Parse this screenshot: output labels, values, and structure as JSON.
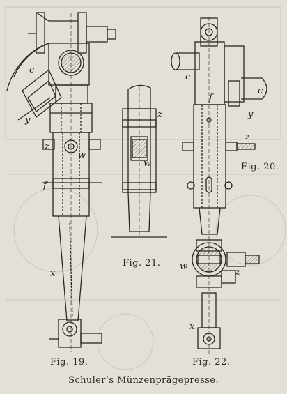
{
  "figures": {
    "fig19": {
      "caption": "Fig. 19.",
      "labels": [
        "c",
        "y",
        "z",
        "w",
        "f",
        "x"
      ]
    },
    "fig20": {
      "caption": "Fig. 20.",
      "labels": [
        "c",
        "f",
        "y",
        "z"
      ]
    },
    "fig21": {
      "caption": "Fig. 21.",
      "labels": [
        "z",
        "w"
      ]
    },
    "fig22": {
      "caption": "Fig. 22.",
      "labels": [
        "w",
        "z",
        "x"
      ]
    }
  },
  "title": "Schuler’s Münzenprägepresse.",
  "colors": {
    "paper": "#e4e0d8",
    "ink": "#2a2622",
    "hatch": "#6d675f"
  }
}
